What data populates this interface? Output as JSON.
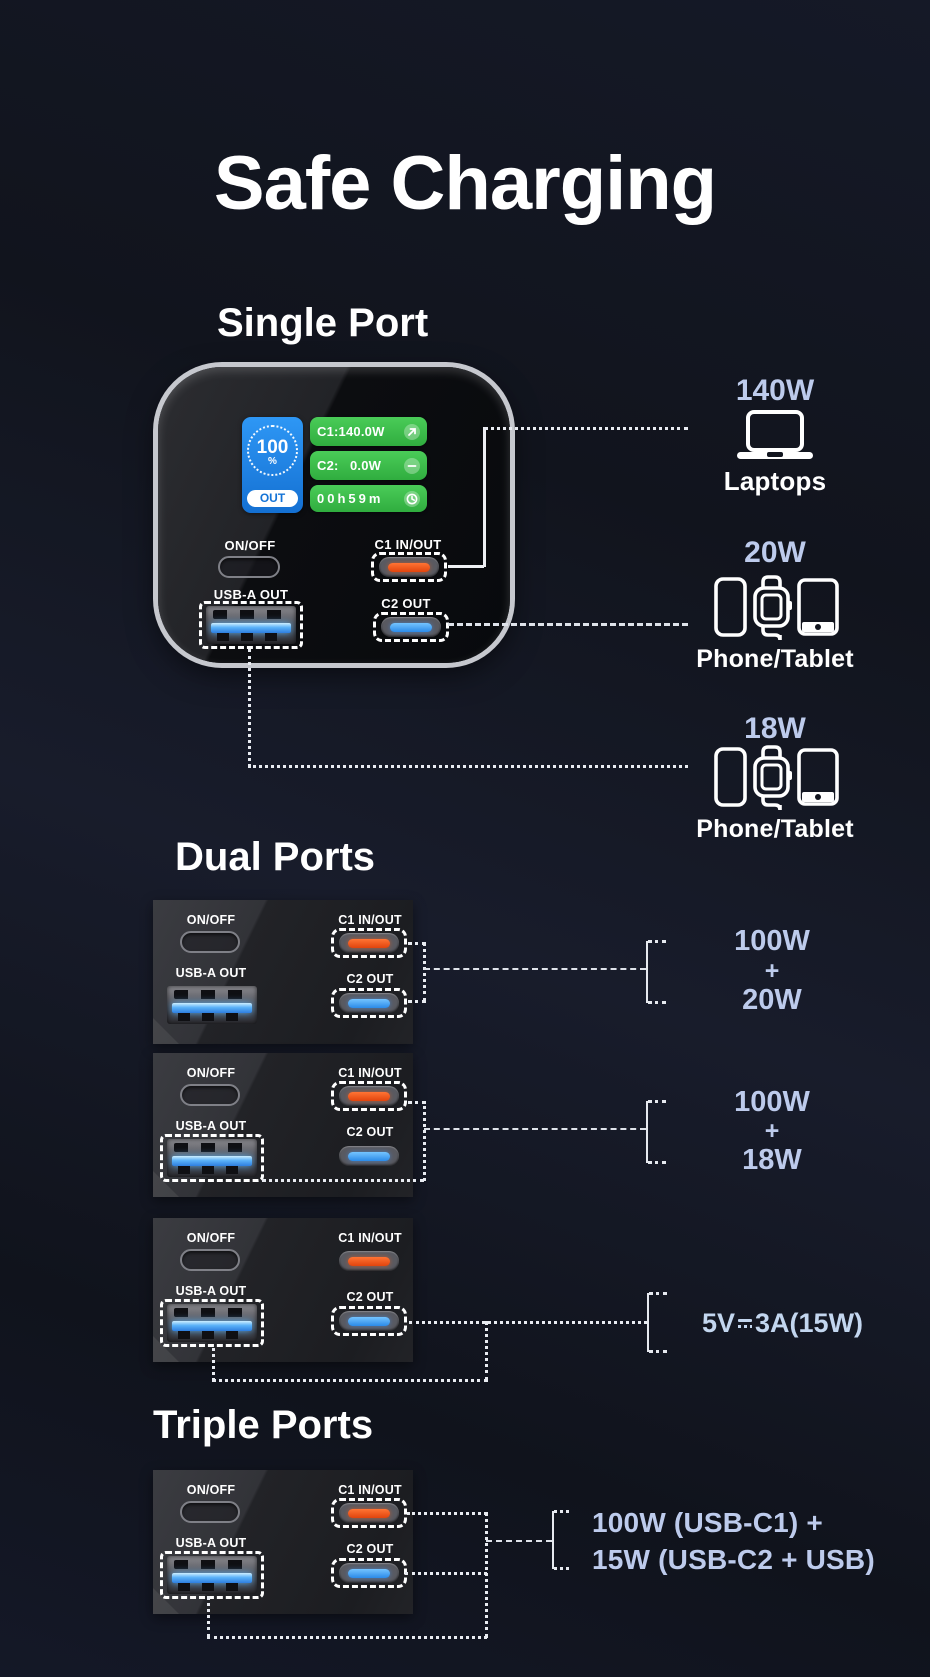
{
  "title": "Safe Charging",
  "port_labels": {
    "on_off": "ON/OFF",
    "c1": "C1 IN/OUT",
    "usb_a": "USB-A OUT",
    "c2": "C2 OUT"
  },
  "single": {
    "heading": "Single Port",
    "screen": {
      "percent": "100",
      "percent_unit": "%",
      "mode": "OUT",
      "c1_row": "C1:140.0W",
      "c2_row": "C2:   0.0W",
      "time_row": "00h59m"
    },
    "targets": [
      {
        "watt": "140W",
        "label": "Laptops"
      },
      {
        "watt": "20W",
        "label": "Phone/Tablet"
      },
      {
        "watt": "18W",
        "label": "Phone/Tablet"
      }
    ]
  },
  "dual": {
    "heading": "Dual Ports",
    "combos": [
      {
        "watt_top": "100W",
        "plus": "+",
        "watt_bottom": "20W"
      },
      {
        "watt_top": "100W",
        "plus": "+",
        "watt_bottom": "18W"
      },
      {
        "volt": "5V",
        "amp": "3A(15W)",
        "full": "5V⎓3A(15W)"
      }
    ]
  },
  "triple": {
    "heading": "Triple Ports",
    "line1": "100W (USB-C1) +",
    "line2": "15W (USB-C2 + USB)"
  },
  "colors": {
    "accent_green": "#3ec04b",
    "screen_blue": "#1a82e4",
    "c1_orange": "#f15822",
    "c2_blue": "#41a0f7",
    "watt_text": "#bdcbec",
    "dc_text": "#c3d6ef"
  }
}
